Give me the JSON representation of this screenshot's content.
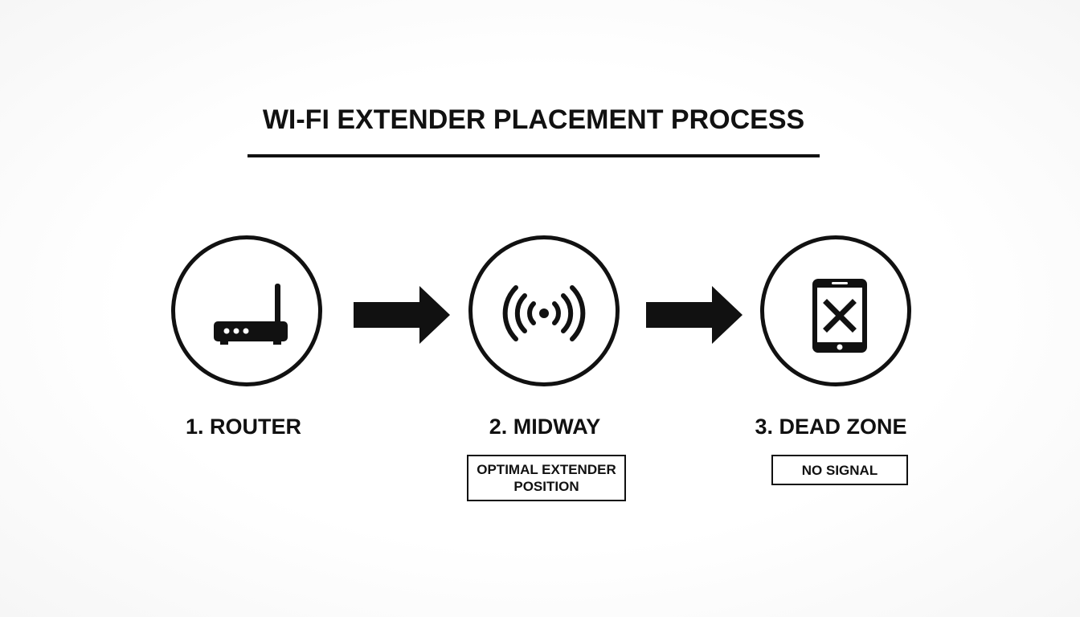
{
  "title": "WI-FI EXTENDER PLACEMENT PROCESS",
  "steps": [
    {
      "label": "1. ROUTER",
      "icon": "router-icon",
      "note": ""
    },
    {
      "label": "2. MIDWAY",
      "icon": "wifi-signal-icon",
      "note": "OPTIMAL EXTENDER POSITION"
    },
    {
      "label": "3. DEAD ZONE",
      "icon": "tablet-no-signal-icon",
      "note": "NO SIGNAL"
    }
  ],
  "colors": {
    "ink": "#111111",
    "background": "#ffffff"
  }
}
